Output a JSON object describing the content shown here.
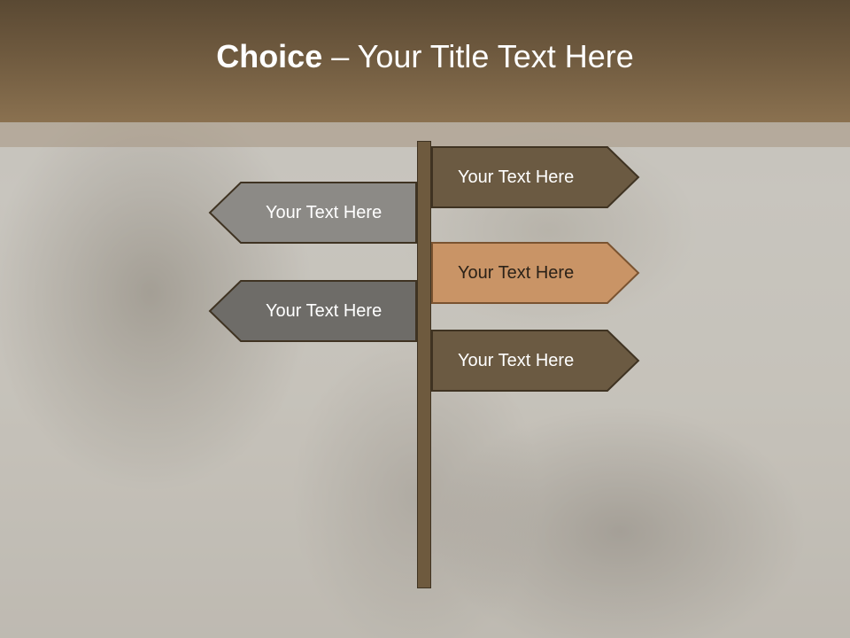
{
  "slide": {
    "title_bold": "Choice",
    "title_rest": " – Your Title Text Here"
  },
  "signs": [
    {
      "label": "Your Text Here",
      "direction": "right",
      "fill": "#6b5a42"
    },
    {
      "label": "Your Text Here",
      "direction": "left",
      "fill": "#8c8a86"
    },
    {
      "label": "Your Text Here",
      "direction": "right",
      "fill": "#c99466"
    },
    {
      "label": "Your Text Here",
      "direction": "left",
      "fill": "#6e6c68"
    },
    {
      "label": "Your Text Here",
      "direction": "right",
      "fill": "#6b5a42"
    }
  ],
  "colors": {
    "header": "#6f5a3f",
    "pole": "#6e5a3e",
    "outline": "#3f3322"
  }
}
